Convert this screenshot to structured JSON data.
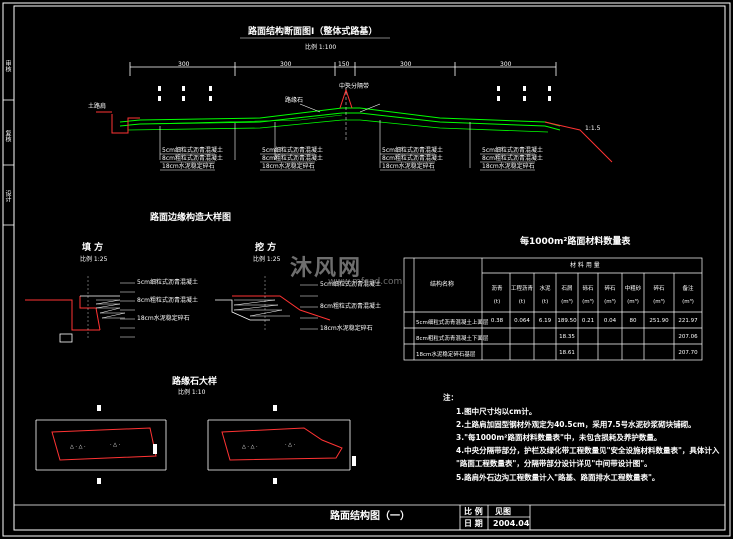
{
  "drawing": {
    "main_title": "路面结构断面图Ⅰ（整体式路基）",
    "main_scale": "比例 1:100",
    "detail_title": "路面边缘构造大样图",
    "fill_label": "填 方",
    "cut_label": "挖 方",
    "detail_scale": "比例 1:25",
    "curb_title": "路缘石大样",
    "curb_scale": "比例 1:10",
    "table_title": "每1000m²路面材料数量表",
    "table_headers": [
      "结构名称",
      "材 料 用 量"
    ],
    "table_subheaders": [
      "沥青",
      "工程沥青",
      "水泥",
      "石屑",
      "砾石",
      "碎石",
      "中粗砂",
      "碎石",
      "备注"
    ],
    "table_units": [
      "(t)",
      "(t)",
      "(t)",
      "(m³)",
      "(m³)",
      "(m³)",
      "(m³)",
      "(m³)",
      "(m³)"
    ],
    "table_rows": [
      {
        "name": "5cm细粒式沥青混凝土上面层",
        "vals": [
          "0.38",
          "",
          "0.064",
          "6.19",
          "189.50",
          "0.21",
          "0.04",
          "80",
          "251.90",
          "221.97"
        ]
      },
      {
        "name": "8cm粗粒式沥青混凝土下面层",
        "vals": [
          "",
          "",
          "",
          "",
          "18.35",
          "",
          "",
          "",
          "",
          "207.06"
        ]
      },
      {
        "name": "18cm水泥稳定碎石基层",
        "vals": [
          "",
          "",
          "",
          "",
          "18.61",
          "",
          "",
          "",
          "",
          "207.70"
        ]
      }
    ],
    "notes": [
      "注：",
      "1.图中尺寸均以cm计。",
      "2.土路肩加固型钢材外观定为40.5cm，采用7.5号水泥砂浆砌块铺砌。",
      "3.\"每1000m²路面材料数量表\"中，未包含损耗及养护数量。",
      "4.中央分隔带部分，护栏及绿化带工程数量见\"安全设施材料数量表\"，具体计入",
      "  \"路面工程数量表\"，分隔带部分设计详见\"中间带设计图\"。",
      "5.路肩外石边沟工程数量计入\"路基、路面排水工程数量表\"。"
    ],
    "titleblock": {
      "name": "路面结构图（一）",
      "scale_label": "比 例",
      "scale_value": "见图",
      "date_label": "日 期",
      "date_value": "2004.04"
    },
    "side_labels": [
      "审核",
      "复核",
      "设计"
    ],
    "dims": [
      "300",
      "300",
      "150",
      "300",
      "300"
    ],
    "slope": "1:1.5",
    "layer_labels": [
      "5cm细粒式沥青混凝土",
      "8cm粗粒式沥青混凝土",
      "18cm水泥稳定碎石"
    ],
    "callouts": {
      "median": "中央分隔带",
      "curb": "路缘石",
      "shoulder": "土路肩"
    },
    "watermark": "沐风网",
    "watermark_url": "www.mfcad.com"
  },
  "colors": {
    "background": "#000000",
    "line": "#ffffff",
    "road": "#00ff00",
    "soil": "#ff3333",
    "annotation": "#ffffff",
    "accent": "#00ffff"
  }
}
